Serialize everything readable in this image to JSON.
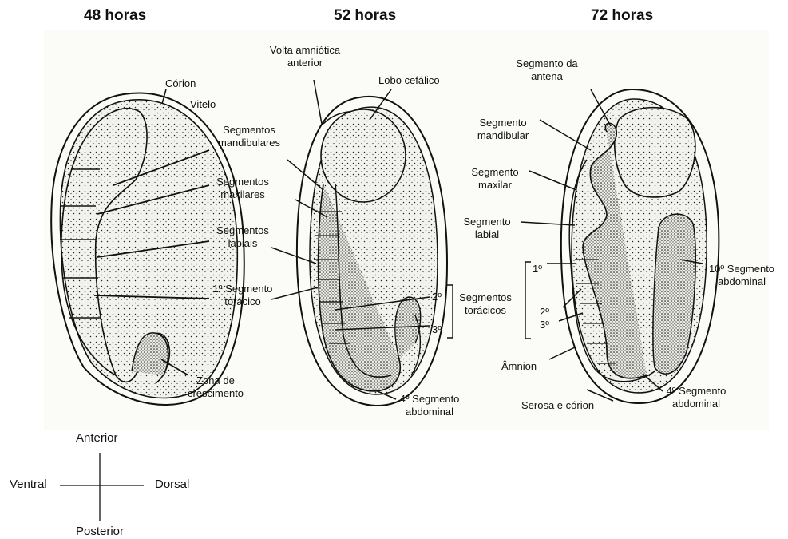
{
  "titles": {
    "h48": "48 horas",
    "h52": "52 horas",
    "h72": "72 horas"
  },
  "labels48": {
    "corion": "Córion",
    "vitelo": "Vitelo",
    "seg_mand_1": "Segmentos",
    "seg_mand_2": "mandibulares",
    "seg_max_1": "Segmentos",
    "seg_max_2": "maxilares",
    "seg_lab_1": "Segmentos",
    "seg_lab_2": "labiais",
    "torax_1": "1º Segmento",
    "torax_2": "torácico",
    "zona_1": "Zona de",
    "zona_2": "crescimento"
  },
  "labels52": {
    "volta_1": "Volta amniótica",
    "volta_2": "anterior",
    "lobo": "Lobo cefálico",
    "n2": "2º",
    "n3": "3º",
    "segtor_1": "Segmentos",
    "segtor_2": "torácicos",
    "abd4_1": "4º Segmento",
    "abd4_2": "abdominal"
  },
  "labels72": {
    "antena_1": "Segmento da",
    "antena_2": "antena",
    "mand_1": "Segmento",
    "mand_2": "mandibular",
    "max_1": "Segmento",
    "max_2": "maxilar",
    "lab_1": "Segmento",
    "lab_2": "labial",
    "n1": "1º",
    "n2": "2º",
    "n3": "3º",
    "abd10_1": "10º Segmento",
    "abd10_2": "abdominal",
    "amnion": "Âmnion",
    "serosa": "Serosa e córion",
    "abd4_1": "4º Segmento",
    "abd4_2": "abdominal"
  },
  "orientation": {
    "anterior": "Anterior",
    "posterior": "Posterior",
    "ventral": "Ventral",
    "dorsal": "Dorsal"
  }
}
